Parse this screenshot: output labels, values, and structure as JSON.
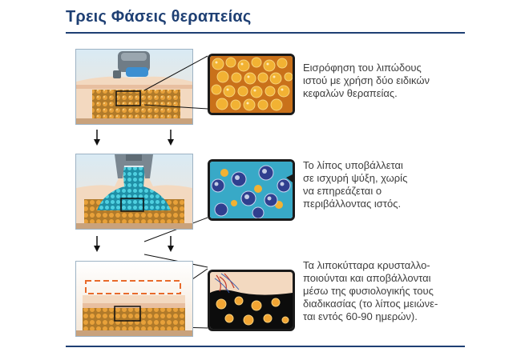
{
  "title": "Τρεις Φάσεις θεραπείας",
  "steps": [
    {
      "lines": [
        "Εισρόφηση του λιπώδους",
        "ιστού με χρήση δύο ειδικών",
        "κεφαλών θεραπείας."
      ],
      "illustration": "applicator-on-skin",
      "zoom": "orange-fat-cells"
    },
    {
      "lines": [
        "Το λίπος υποβάλλεται",
        "σε ισχυρή ψύξη, χωρίς",
        "να επηρεάζεται ο",
        "περιβάλλοντας ιστός."
      ],
      "illustration": "applicator-cooling-tissue",
      "zoom": "frozen-fat-cells"
    },
    {
      "lines": [
        "Τα λιποκύτταρα κρυσταλλο-",
        "ποιούνται και αποβάλλονται",
        "μέσω της φυσιολογικής τους",
        "διαδικασίας (το λίπος μειώνε-",
        "ται εντός 60-90 ημερών)."
      ],
      "illustration": "reduced-fat-layer",
      "zoom": "dispersed-fat-cells"
    }
  ],
  "colors": {
    "title": "#1e3f73",
    "fat": "#e8a13a",
    "cold": "#2bb3c9",
    "skin": "#f3d9c0"
  }
}
